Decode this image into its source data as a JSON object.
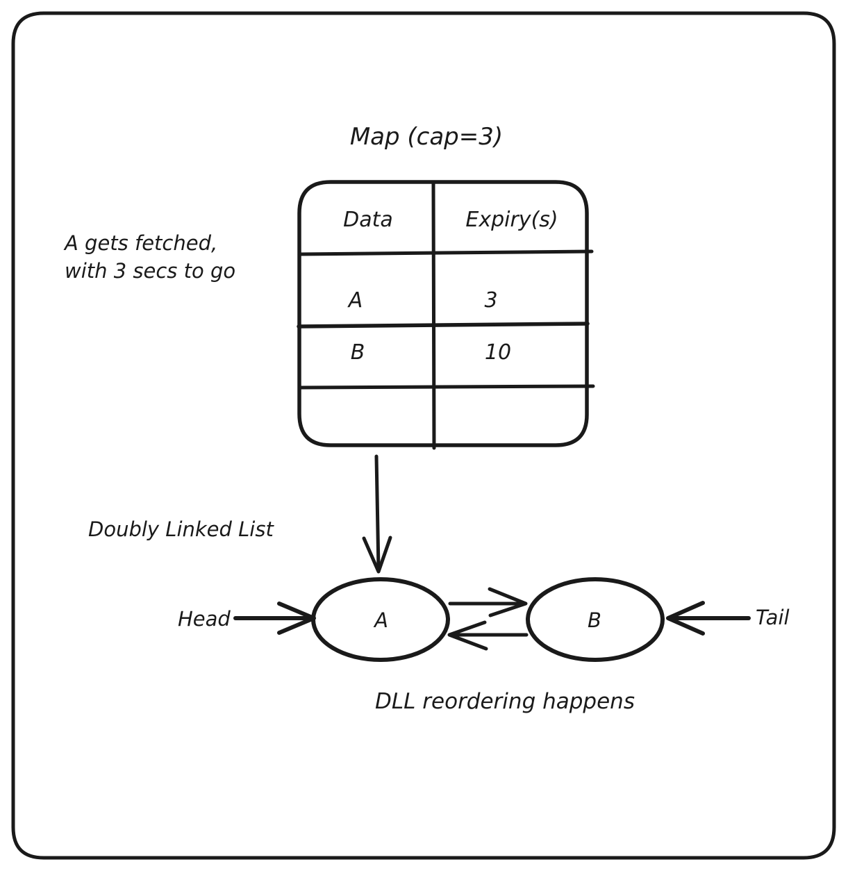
{
  "diagram": {
    "title": "Map (cap=3)",
    "frame": {
      "name": "whiteboard-frame"
    },
    "map_table": {
      "caption": "Map (cap=3)",
      "capacity": 3,
      "columns": [
        "Data",
        "Expiry(s)"
      ],
      "rows": [
        {
          "data": "A",
          "expiry": "3"
        },
        {
          "data": "B",
          "expiry": "10"
        },
        {
          "data": "",
          "expiry": ""
        }
      ]
    },
    "annotations": {
      "fetch_note_line1": "A gets fetched,",
      "fetch_note_line2": "with 3 secs to go",
      "dll_label": "Doubly Linked List",
      "reorder_caption": "DLL reordering happens"
    },
    "linked_list": {
      "head_label": "Head",
      "tail_label": "Tail",
      "nodes": [
        {
          "label": "A"
        },
        {
          "label": "B"
        }
      ],
      "links": [
        {
          "from": "A",
          "to": "B",
          "direction": "right"
        },
        {
          "from": "B",
          "to": "A",
          "direction": "left"
        }
      ]
    },
    "connector": {
      "from": "map-table",
      "to": "node-a",
      "direction": "down"
    },
    "colors": {
      "ink": "#1a1a1a",
      "background": "#ffffff"
    }
  }
}
